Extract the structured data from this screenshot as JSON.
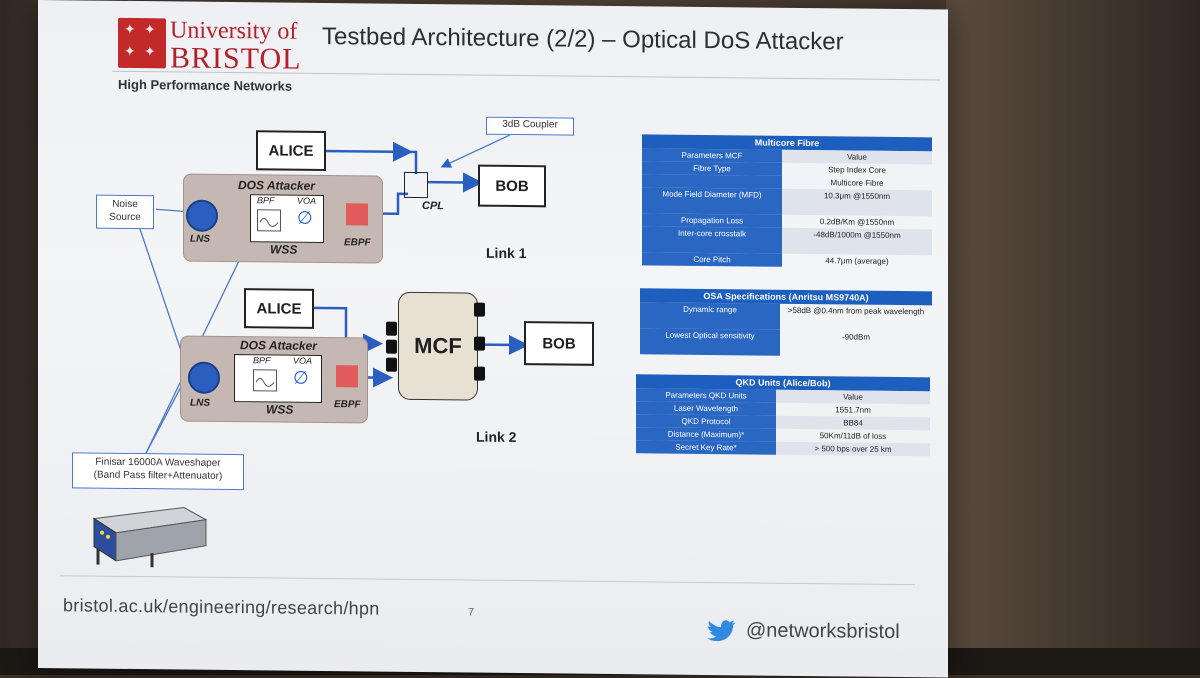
{
  "slide": {
    "university_line1": "University of",
    "university_line2": "BRISTOL",
    "group": "High Performance Networks",
    "title": "Testbed Architecture (2/2) – Optical DoS Attacker",
    "footer_url": "bristol.ac.uk/engineering/research/hpn",
    "page_number": "7",
    "twitter_handle": "@networksbristol"
  },
  "diagram": {
    "alice": "ALICE",
    "bob": "BOB",
    "mcf": "MCF",
    "dos_attacker": "DOS Attacker",
    "bpf": "BPF",
    "voa": "VOA",
    "wss": "WSS",
    "lns": "LNS",
    "ebpf": "EBPF",
    "cpl": "CPL",
    "coupler": "3dB Coupler",
    "noise_line1": "Noise",
    "noise_line2": "Source",
    "finisar_line1": "Finisar 16000A Waveshaper",
    "finisar_line2": "(Band Pass filter+Attenuator)",
    "link1": "Link 1",
    "link2": "Link 2"
  },
  "tables": {
    "multicore": {
      "title": "Multicore Fibre",
      "rows": [
        {
          "k": "Parameters MCF",
          "v": "Value"
        },
        {
          "k": "Fibre Type",
          "v": "Step Index Core"
        },
        {
          "k": "",
          "v": "Multicore Fibre"
        },
        {
          "k": "Mode Field Diameter (MFD)",
          "v": "10.3μm @1550nm"
        },
        {
          "k": "Propagation Loss",
          "v": "0.2dB/Km @1550nm"
        },
        {
          "k": "Inter-core crosstalk",
          "v": "-48dB/1000m @1550nm"
        },
        {
          "k": "Core Pitch",
          "v": "44.7μm (average)"
        }
      ]
    },
    "osa": {
      "title": "OSA Specifications (Anritsu MS9740A)",
      "rows": [
        {
          "k": "Dynamic range",
          "v": ">58dB @0.4nm from peak wavelength"
        },
        {
          "k": "Lowest Optical sensitivity",
          "v": "-90dBm"
        }
      ]
    },
    "qkd": {
      "title": "QKD Units (Alice/Bob)",
      "rows": [
        {
          "k": "Parameters QKD Units",
          "v": "Value"
        },
        {
          "k": "Laser Wavelength",
          "v": "1551.7nm"
        },
        {
          "k": "QKD Protocol",
          "v": "BB84"
        },
        {
          "k": "Distance (Maximum)*",
          "v": "50Km/11dB of loss"
        },
        {
          "k": "Secret Key Rate*",
          "v": "> 500 bps over 25 km"
        }
      ]
    }
  },
  "colors": {
    "arrow_blue": "#2a5fc0",
    "bristol_red": "#b3202a",
    "table_header": "#1d5fbe"
  }
}
